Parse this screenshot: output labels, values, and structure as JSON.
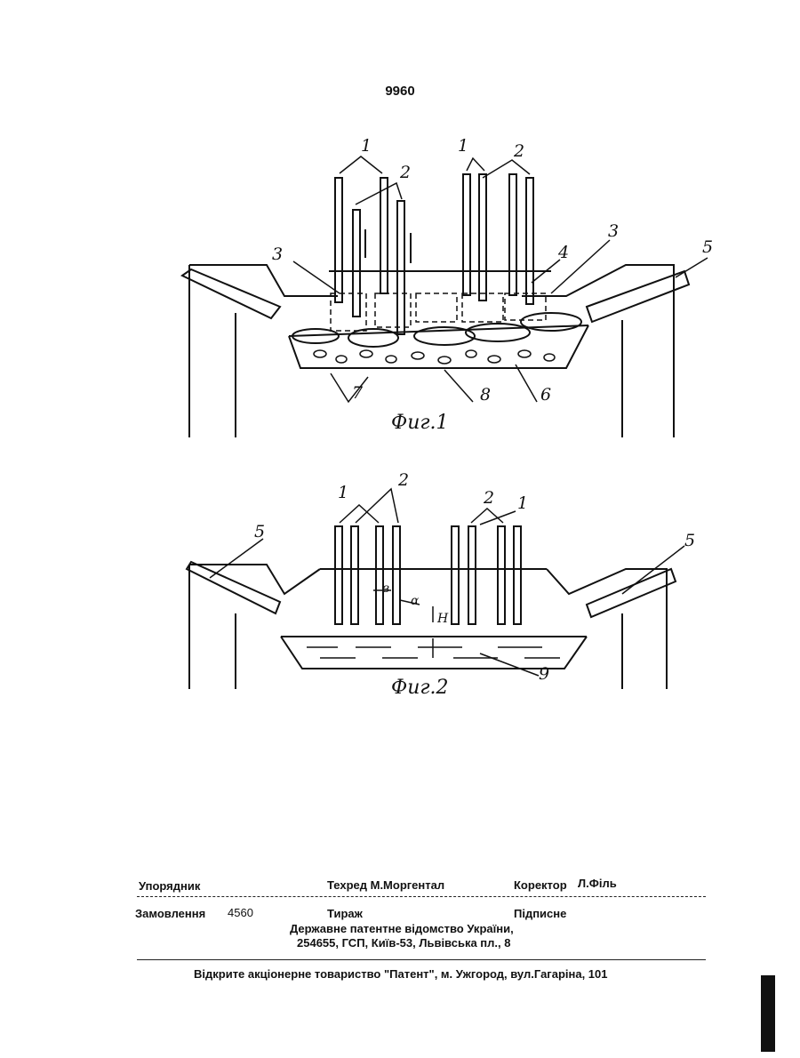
{
  "page_number": "9960",
  "figure1": {
    "caption": "Фиг.1",
    "labels": [
      "1",
      "2",
      "1",
      "2",
      "3",
      "4",
      "3",
      "5",
      "7",
      "8",
      "6"
    ]
  },
  "figure2": {
    "caption": "Фиг.2",
    "labels": [
      "1",
      "2",
      "2",
      "1",
      "5",
      "5",
      "9"
    ],
    "dims": [
      "в",
      "α",
      "H"
    ]
  },
  "footer": {
    "compiler": "Упорядник",
    "tech_editor": "Техред М.Моргентал",
    "corrector": "Коректор",
    "corrector_name": "Л.Філь",
    "order": "Замовлення",
    "order_no": "4560",
    "circulation": "Тираж",
    "signed": "Підписне",
    "office_line1": "Державне патентне відомство України,",
    "office_line2": "254655, ГСП, Київ-53, Львівська пл., 8",
    "publisher": "Відкрите акціонерне товариство \"Патент\", м. Ужгород, вул.Гагаріна, 101"
  }
}
